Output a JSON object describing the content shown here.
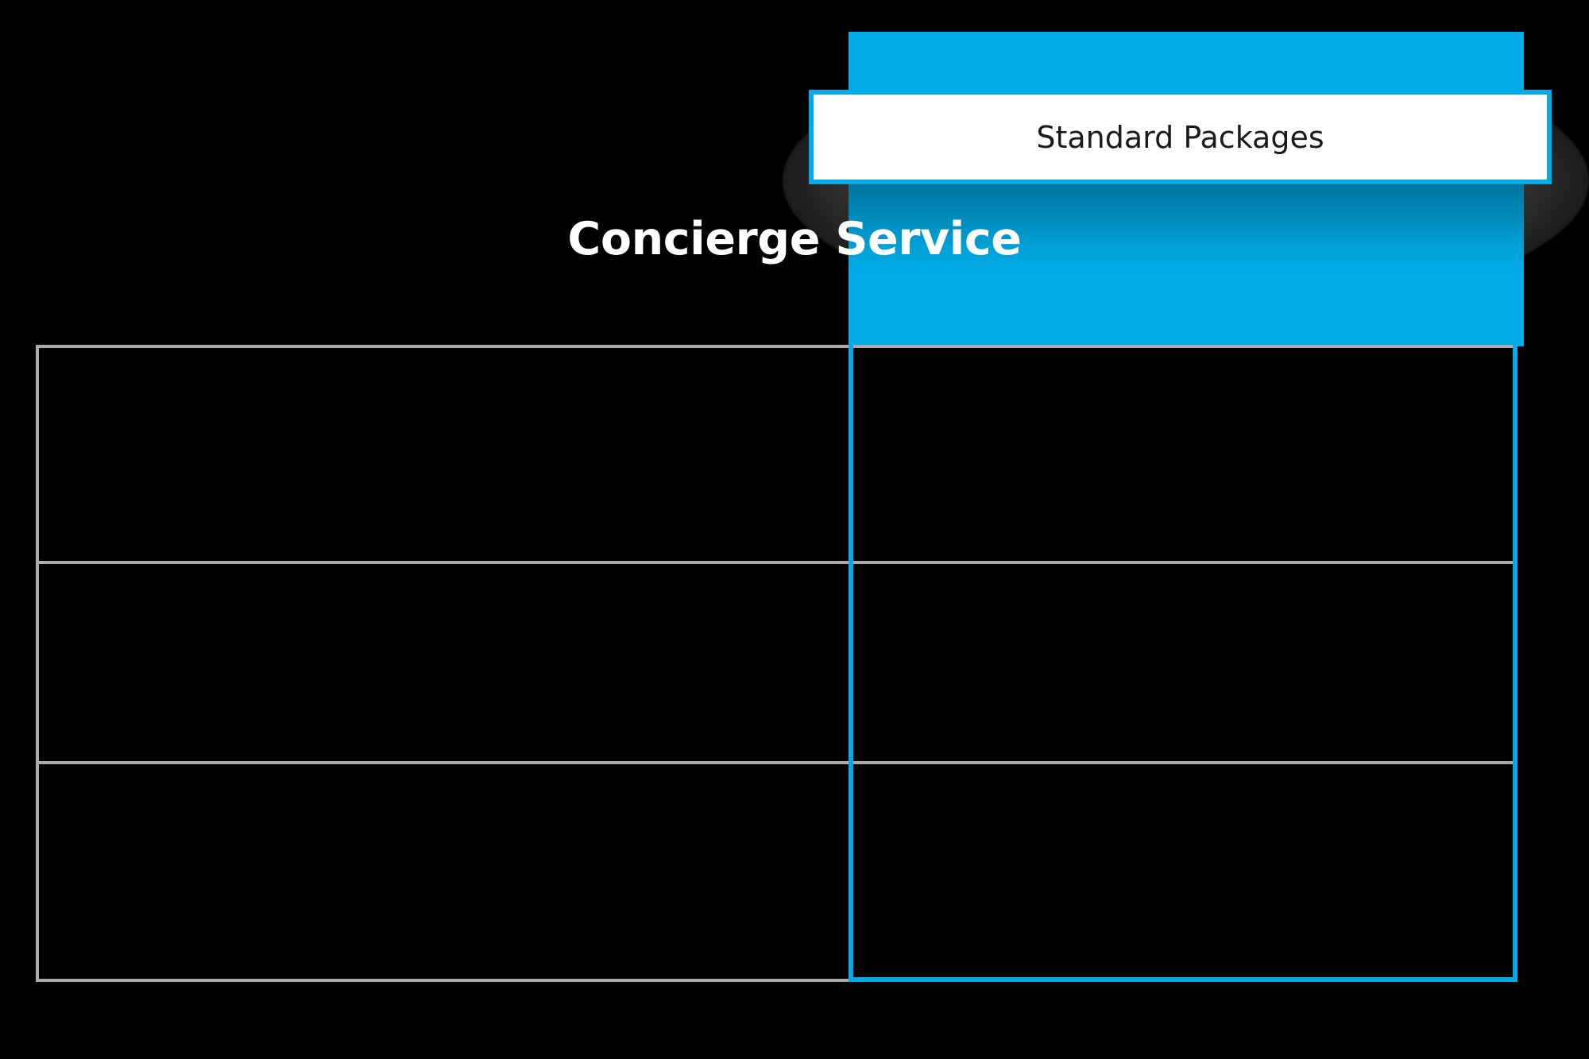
{
  "theme": {
    "accent_blue": "#00abe7",
    "table_border_gray": "#ababab",
    "background": "#000000",
    "tab_text_color": "#1b1b1b",
    "feature_title_color": "#ffffff"
  },
  "tab": {
    "label": "Standard Packages"
  },
  "feature_column": {
    "title": "Concierge Service"
  },
  "table": {
    "columns": [
      {
        "key": "label",
        "header": ""
      },
      {
        "key": "feature",
        "header": "Concierge Service"
      }
    ],
    "rows": [
      {
        "label": "",
        "feature": ""
      },
      {
        "label": "",
        "feature": ""
      },
      {
        "label": "",
        "feature": ""
      }
    ]
  }
}
